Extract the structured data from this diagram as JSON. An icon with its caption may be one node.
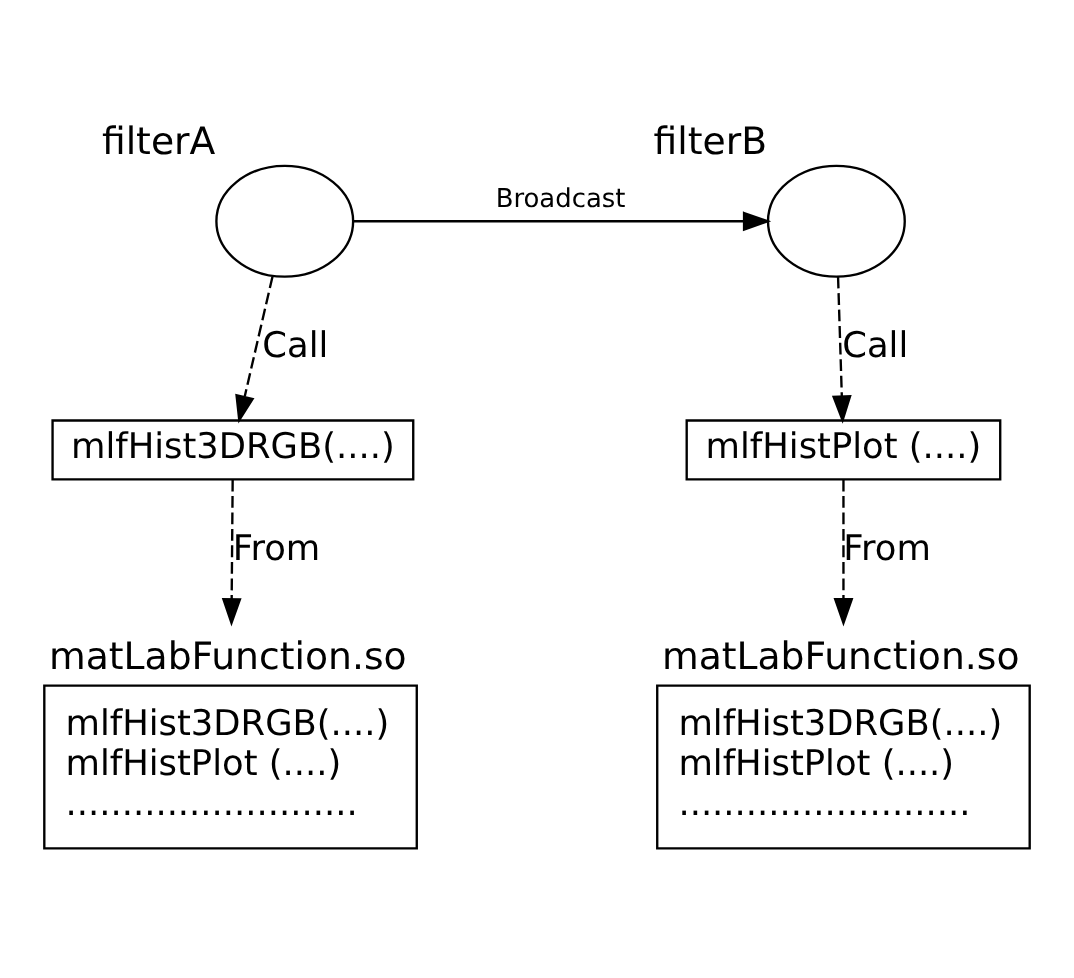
{
  "diagram": {
    "nodes": [
      {
        "text": [
          "filterA"
        ]
      },
      {
        "text": [
          "filterB"
        ]
      },
      {
        "text": [
          "mlfHist3DRGB(....)"
        ]
      },
      {
        "text": [
          "mlfHistPlot (....)"
        ]
      },
      {
        "text": [
          "matLabFunction.so",
          "mlfHist3DRGB(....)",
          "mlfHistPlot (....)",
          ".........................."
        ]
      },
      {
        "text": [
          "matLabFunction.so",
          "mlfHist3DRGB(....)",
          "mlfHistPlot (....)",
          ".........................."
        ]
      }
    ],
    "edges": [
      {
        "from": 0,
        "to": 1,
        "arrow": "to",
        "label": "Broadcast"
      },
      {
        "from": 0,
        "to": 2,
        "arrow": "to",
        "label": "Call",
        "style": "dashed"
      },
      {
        "from": 1,
        "to": 3,
        "arrow": "to",
        "label": "Call",
        "style": "dashed"
      },
      {
        "from": 2,
        "to": 4,
        "arrow": "to",
        "label": "From",
        "style": "dashed"
      },
      {
        "from": 3,
        "to": 5,
        "arrow": "to",
        "label": "From",
        "style": "dashed"
      }
    ]
  }
}
